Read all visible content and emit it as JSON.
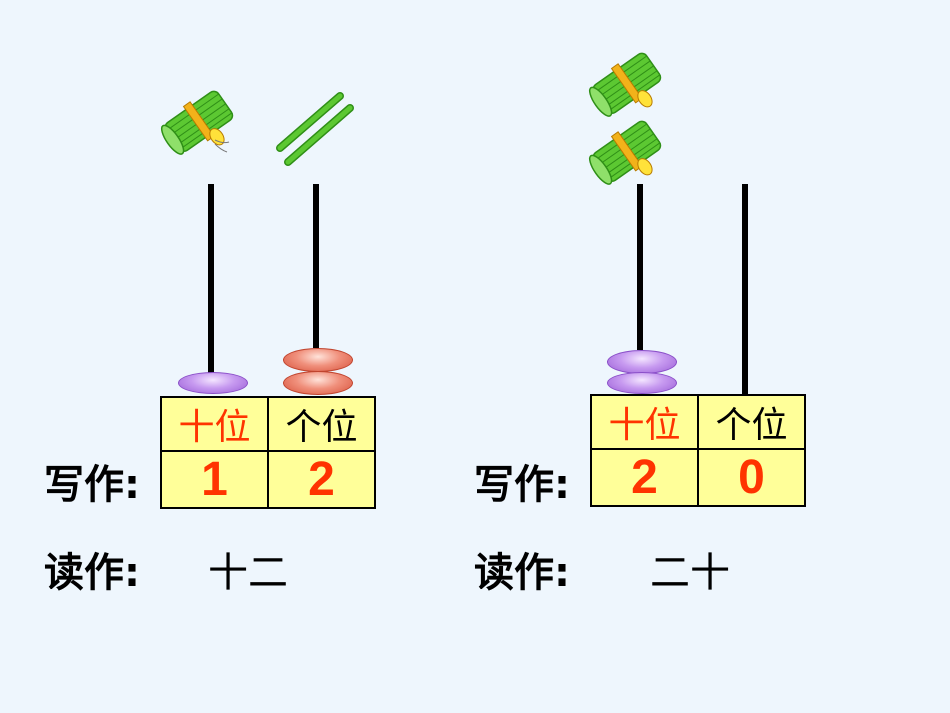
{
  "examples": [
    {
      "tens_header": "十位",
      "ones_header": "个位",
      "tens_digit": "1",
      "ones_digit": "2",
      "tens_beads": 1,
      "ones_beads": 2,
      "tens_bundles": 1,
      "ones_sticks": 2,
      "write_label": "写作:",
      "read_label": "读作:",
      "reading": "十二"
    },
    {
      "tens_header": "十位",
      "ones_header": "个位",
      "tens_digit": "2",
      "ones_digit": "0",
      "tens_beads": 2,
      "ones_beads": 0,
      "tens_bundles": 2,
      "ones_sticks": 0,
      "write_label": "写作:",
      "read_label": "读作:",
      "reading": "二十"
    }
  ],
  "colors": {
    "background": "#eef6fd",
    "table_fill": "#ffff99",
    "digit_red": "#ff3300",
    "tens_bead": "#c79af0",
    "ones_bead": "#f0907c",
    "stick_green": "#5cc832"
  },
  "icons": [
    "stick-bundle-icon",
    "single-stick-icon"
  ]
}
